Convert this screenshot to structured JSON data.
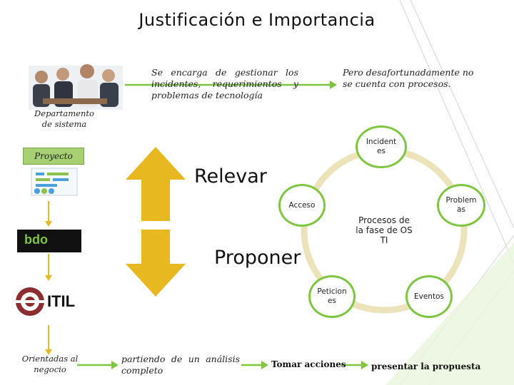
{
  "title": "Justificación e Importancia",
  "top": {
    "gestion_text": "Se encarga de gestionar los incidentes, requerimientos y problemas de tecnología",
    "pero_text": "Pero desafortunadamente no se cuenta con procesos.",
    "depto_label": "Departamento de sistema"
  },
  "left": {
    "proyecto_label": "Proyecto",
    "bdo_logo_text": "bdo",
    "itil_logo_text": "ITIL",
    "orientadas_label": "Orientadas al negocio"
  },
  "center": {
    "relevar": "Relevar",
    "proponer": "Proponer"
  },
  "cycle": {
    "incidentes": "Incident es",
    "acceso": "Acceso",
    "problemas": "Problem as",
    "procesos": "Procesos de la fase de OS TI",
    "peticiones": "Peticion es",
    "eventos": "Eventos"
  },
  "bottom": {
    "partiendo_text": "partiendo de un análisis completo",
    "tomar": "Tomar acciones",
    "presentar": "presentar la propuesta"
  },
  "colors": {
    "accent_green": "#7ec640",
    "arrow_gold": "#e8b820",
    "ring": "#ede3bb"
  }
}
